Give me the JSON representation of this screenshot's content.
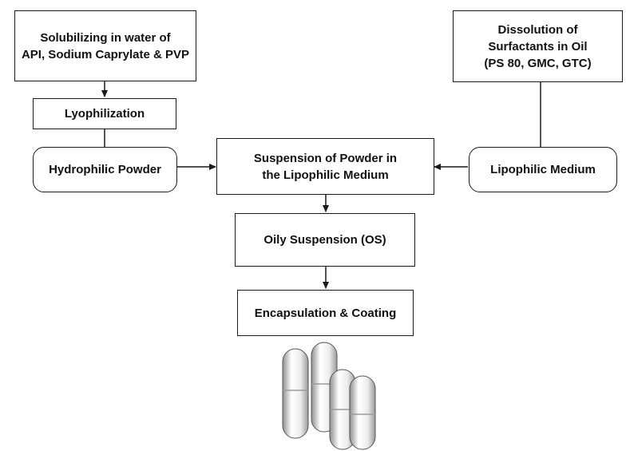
{
  "boxes": {
    "solubilizing": "Solubilizing in water of\nAPI, Sodium Caprylate & PVP",
    "lyophilization": "Lyophilization",
    "hydrophilic_powder": "Hydrophilic Powder",
    "suspension": "Suspension of  Powder in\nthe Lipophilic Medium",
    "dissolution": "Dissolution of\nSurfactants in Oil\n(PS 80, GMC, GTC)",
    "lipophilic_medium": "Lipophilic Medium",
    "oily_suspension": "Oily Suspension (OS)",
    "encapsulation": "Encapsulation & Coating"
  },
  "icons": {
    "product": "capsules-icon"
  },
  "colors": {
    "stroke": "#1a1a1a",
    "capsule_fill": "#f2f2f2",
    "capsule_shade": "#8f8f8f"
  }
}
